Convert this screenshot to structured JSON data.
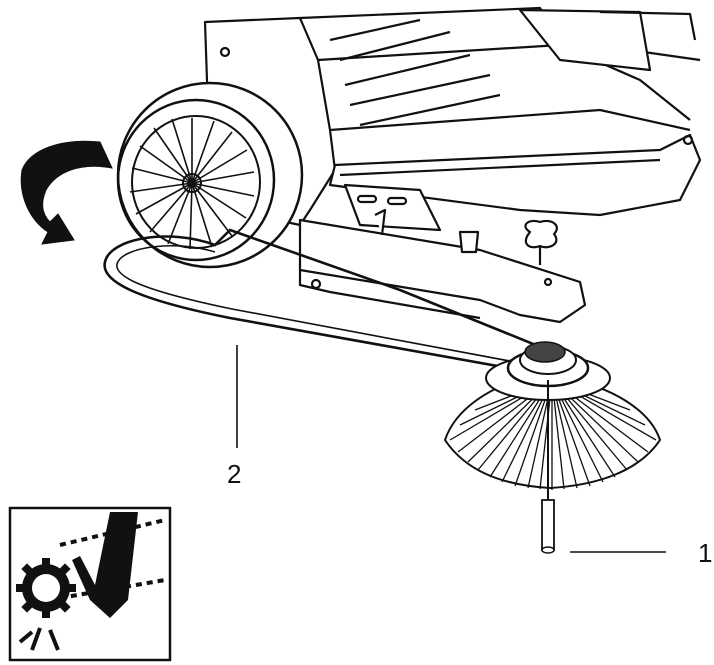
{
  "diagram": {
    "callouts": [
      {
        "id": "1",
        "label": "1"
      },
      {
        "id": "2",
        "label": "2"
      }
    ],
    "icons": {
      "rotation_arrow": "curved-rotation-arrow-icon",
      "warning_pictogram": "hand-entanglement-warning-icon"
    },
    "colors": {
      "line": "#111111",
      "background": "#ffffff"
    }
  }
}
